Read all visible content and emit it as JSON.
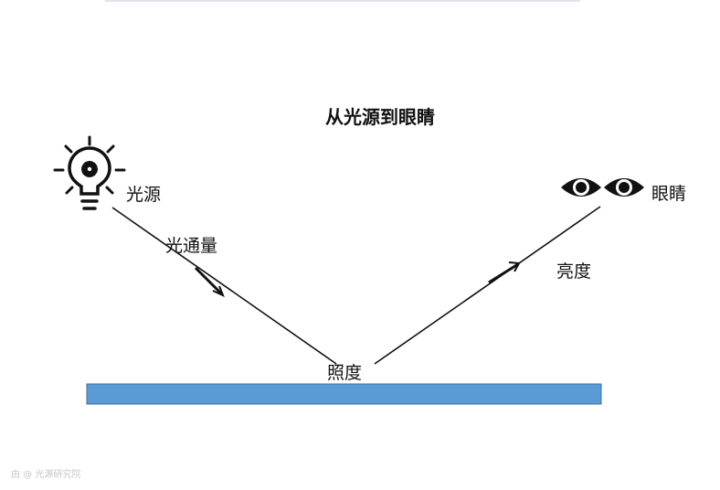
{
  "diagram": {
    "title": "从光源到眼睛",
    "nodes": {
      "source": {
        "label": "光源",
        "icon": "lightbulb-gear-icon"
      },
      "eye": {
        "label": "眼睛",
        "icon": "eyes-icon"
      },
      "surface": {
        "label": "照度"
      }
    },
    "edges": {
      "incident": {
        "label": "光通量"
      },
      "reflected": {
        "label": "亮度"
      }
    },
    "colors": {
      "surface_fill": "#5b9bd5",
      "surface_stroke": "#41719c",
      "line": "#111111"
    }
  },
  "watermark": "由 @ 光源研究院"
}
